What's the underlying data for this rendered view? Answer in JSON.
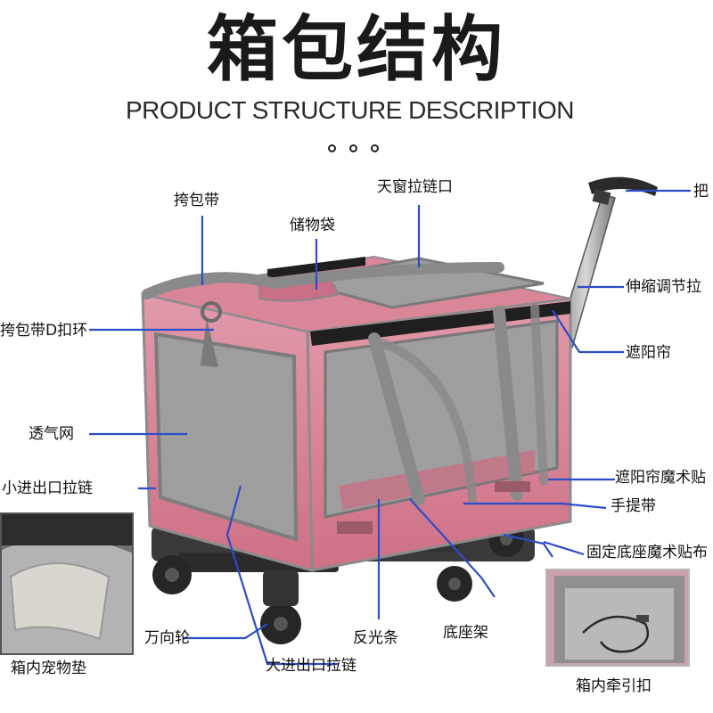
{
  "header": {
    "title": "箱包结构",
    "subtitle": "PRODUCT STRUCTURE DESCRIPTION"
  },
  "labels": {
    "shoulder_strap": "挎包带",
    "skylight_zipper": "天窗拉链口",
    "handle": "把",
    "storage_bag": "储物袋",
    "telescopic_rod": "伸缩调节拉",
    "d_ring": "挎包带D扣环",
    "sunshade": "遮阳帘",
    "mesh": "透气网",
    "small_door_zipper": "小进出口拉链",
    "sunshade_velcro": "遮阳帘魔术贴",
    "carry_handle": "手提带",
    "base_velcro": "固定底座魔术贴布",
    "wheels": "万向轮",
    "reflective_strip": "反光条",
    "base_frame": "底座架",
    "pet_pad": "箱内宠物垫",
    "large_door_zipper": "大进出口拉链",
    "leash": "箱内牵引扣"
  },
  "colors": {
    "callout_line": "#2d4cc8",
    "bag_pink": "#d97d92",
    "mesh_gray": "#9c9c9c",
    "strap_gray": "#7f7f7f"
  }
}
